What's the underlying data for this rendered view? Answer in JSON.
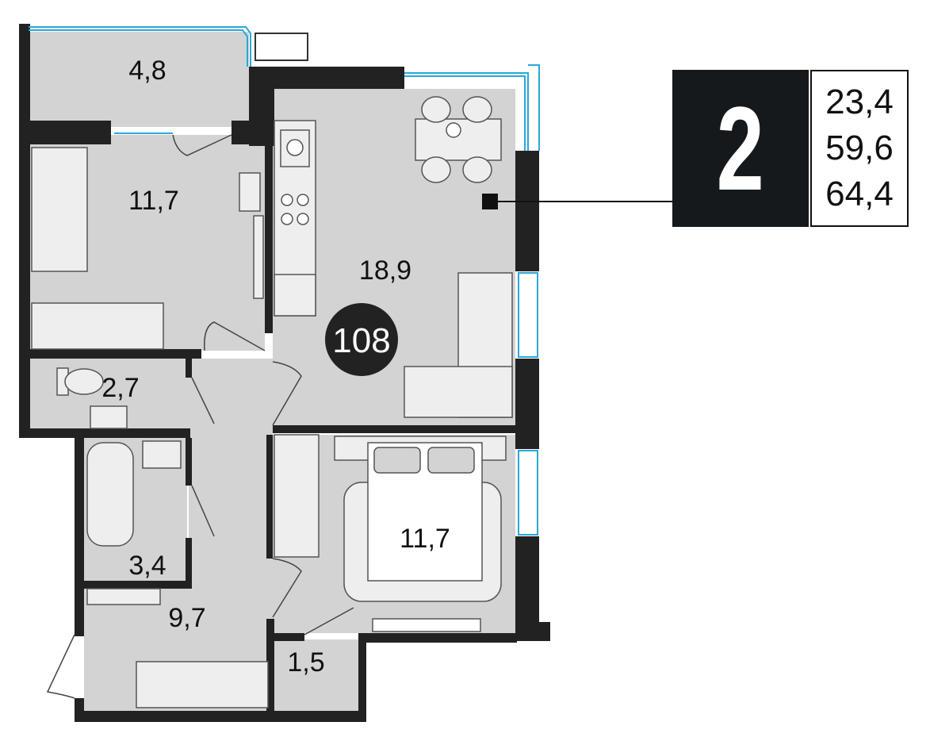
{
  "apartment": {
    "number": "108",
    "room_count": "2",
    "areas": [
      "23,4",
      "59,6",
      "64,4"
    ]
  },
  "rooms": {
    "balcony": "4,8",
    "living_room": "11,7",
    "kitchen_living": "18,9",
    "toilet": "2,7",
    "bathroom": "3,4",
    "hallway": "9,7",
    "closet": "1,5",
    "bedroom": "11,7"
  },
  "colors": {
    "wall": "#222222",
    "floor": "#d3d3d3",
    "window": "#29a8d8",
    "furniture": "#eeeeee",
    "badge": "#222222"
  }
}
